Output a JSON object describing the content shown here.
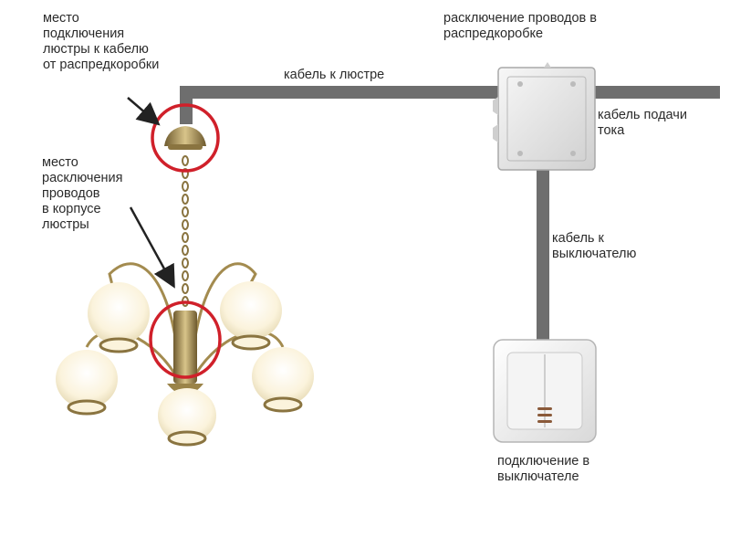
{
  "labels": {
    "mount_point": [
      "место",
      "подключения",
      "люстры к кабелю",
      "от распредкоробки"
    ],
    "split_in_body": [
      "место",
      "расключения",
      "проводов",
      "в корпусе",
      "люстры"
    ],
    "junction_split": [
      "расключение проводов в",
      "распредкоробке"
    ],
    "cable_to_chandelier": "кабель к люстре",
    "power_cable": [
      "кабель подачи",
      "тока"
    ],
    "cable_to_switch": [
      "кабель к",
      "выключателю"
    ],
    "switch_connection": [
      "подключение в",
      "выключателе"
    ]
  },
  "colors": {
    "cable": "#6e6e6e",
    "highlight_circle": "#d0202a",
    "arrow": "#222222",
    "brass": "#b09a60",
    "shade": "#fbf3dc"
  }
}
